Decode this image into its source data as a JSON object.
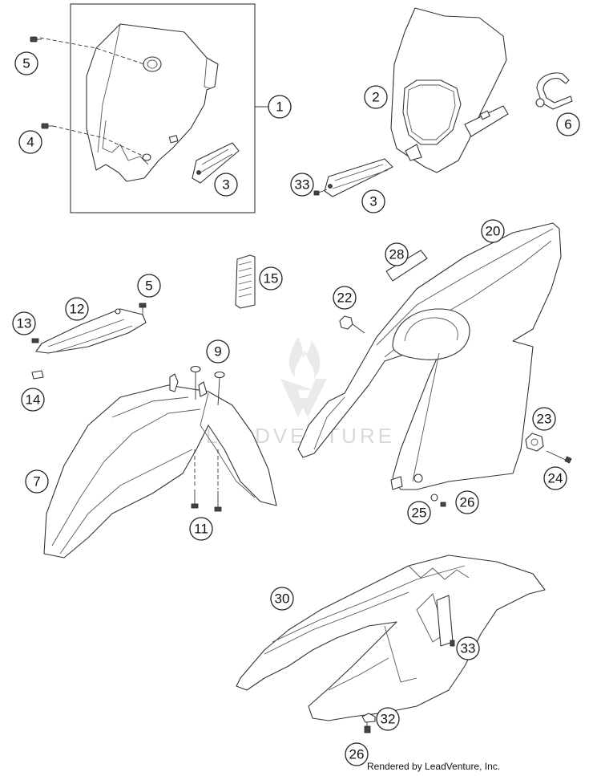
{
  "watermark": {
    "brand": "LEADVENTURE"
  },
  "credit": "Rendered by LeadVenture, Inc.",
  "callouts": [
    "1",
    "2",
    "3",
    "3",
    "4",
    "5",
    "5",
    "6",
    "7",
    "9",
    "11",
    "12",
    "13",
    "14",
    "15",
    "20",
    "22",
    "23",
    "24",
    "25",
    "26",
    "26",
    "28",
    "30",
    "32",
    "33",
    "33"
  ]
}
